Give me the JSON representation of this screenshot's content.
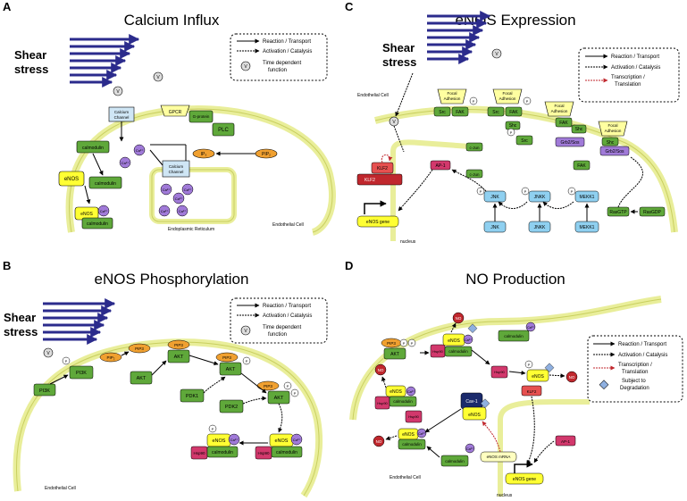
{
  "colors": {
    "green": "#5fa83a",
    "orange": "#f0a030",
    "purple": "#a07ad8",
    "yellow": "#ffff33",
    "blue": "#8fd0f0",
    "red": "#c0272d",
    "magenta": "#d2386c",
    "arrow_blue": "#2b2b8c",
    "membrane": "#e9ee9a"
  },
  "panels": [
    {
      "letter": "A",
      "title": "Calcium Influx"
    },
    {
      "letter": "B",
      "title": "eNOS Phosphorylation"
    },
    {
      "letter": "C",
      "title": "eNOS Expression"
    },
    {
      "letter": "D",
      "title": "NO Production"
    }
  ],
  "shear": {
    "line1": "Shear",
    "line2": "stress"
  },
  "legend": {
    "reaction": "Reaction / Transport",
    "activation": "Activation / Catalysis",
    "time1": "Time dependent",
    "time2": "function",
    "transcription1": "Transcription /",
    "transcription2": "Translation",
    "degradation1": "Subject to",
    "degradation2": "Degradation",
    "v": "V"
  },
  "labels": {
    "endothelial_cell": "Endothelial Cell",
    "nucleus": "nucleus",
    "er": "Endoplasmic Reticulum",
    "calcium_channel1": "Calcium",
    "calcium_channel2": "Channel",
    "gpcr": "GPCR",
    "gprotein": "G-protein",
    "plc": "PLC",
    "ip3": "IP₃",
    "pip2": "PIP₂",
    "calmodulin": "calmodulin",
    "ca": "Ca²⁺",
    "enos": "eNOS",
    "pi3k": "PI3K",
    "pip3": "PIP3",
    "akt": "AKT",
    "pdk1": "PDK1",
    "pdk2": "PDK2",
    "hsp90": "Hsp90",
    "p": "P",
    "focal1": "Focal",
    "focal2": "Adhesion",
    "src": "Src",
    "fak": "FAK",
    "shc": "Shc",
    "grb": "Grb2/Sos",
    "cjun": "c-Jun",
    "ap1": "AP-1",
    "klf2": "KLF2",
    "jnk": "JNK",
    "jnkk": "JNKK",
    "mekk1": "MEKK1",
    "rasgtp": "RasGTP",
    "rasgdp": "RasGDP",
    "enos_gene": "eNOS gene",
    "no": "NO",
    "cav1": "Cav-1",
    "enos_mrna": "eNOS mRNA"
  }
}
